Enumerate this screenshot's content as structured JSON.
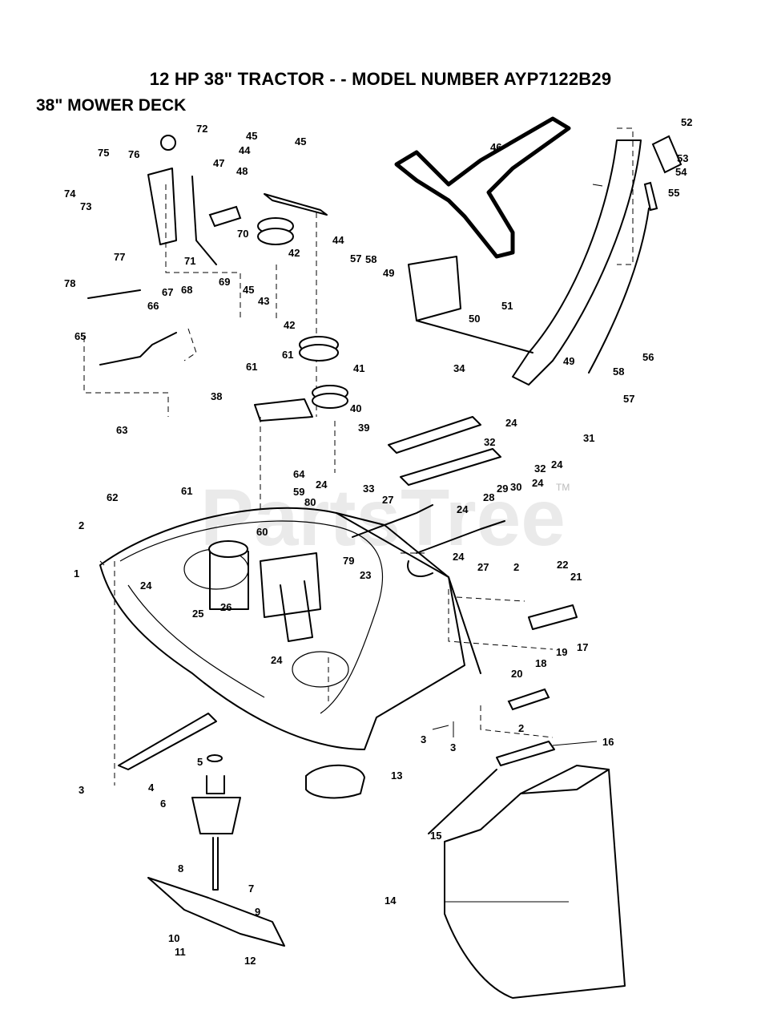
{
  "header": {
    "title": "12 HP 38\" TRACTOR - - MODEL NUMBER AYP7122B29",
    "subtitle": "38\" MOWER DECK"
  },
  "watermark": {
    "text": "PartsTree",
    "mark": "TM"
  },
  "callouts": [
    "1",
    "2",
    "3",
    "4",
    "5",
    "6",
    "7",
    "8",
    "9",
    "10",
    "11",
    "12",
    "13",
    "14",
    "15",
    "16",
    "17",
    "18",
    "19",
    "20",
    "21",
    "22",
    "23",
    "24",
    "25",
    "26",
    "27",
    "28",
    "29",
    "30",
    "31",
    "32",
    "33",
    "34",
    "38",
    "39",
    "40",
    "41",
    "42",
    "43",
    "44",
    "45",
    "46",
    "47",
    "48",
    "49",
    "50",
    "51",
    "52",
    "53",
    "54",
    "55",
    "56",
    "57",
    "58",
    "59",
    "60",
    "61",
    "62",
    "63",
    "64",
    "65",
    "66",
    "67",
    "68",
    "69",
    "70",
    "71",
    "72",
    "73",
    "74",
    "75",
    "76",
    "77",
    "78",
    "79",
    "80"
  ],
  "colors": {
    "ink": "#000000",
    "paper": "#ffffff",
    "watermark": "#d9d9d9"
  }
}
